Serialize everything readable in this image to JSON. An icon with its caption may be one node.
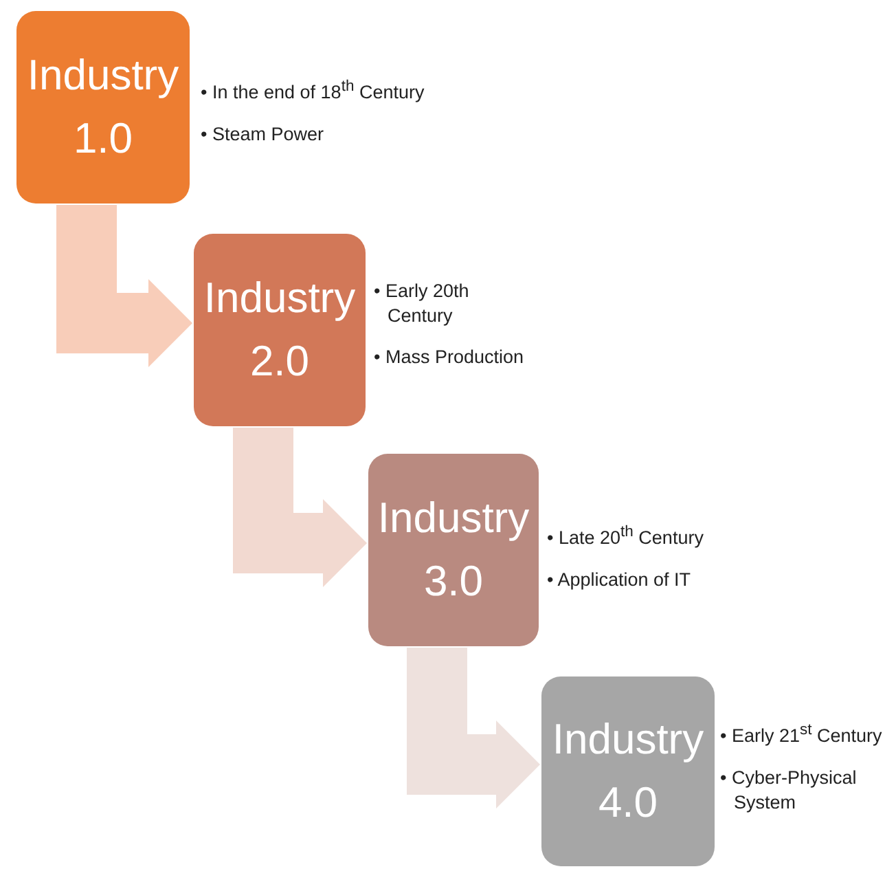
{
  "diagram": {
    "nodes": [
      {
        "text": [
          "Industry 1.0"
        ],
        "beside": [
          "• In the end of 18$^{th}$ Century",
          "• Steam Power"
        ]
      },
      {
        "text": [
          "Industry 2.0"
        ],
        "beside": [
          "• Early 20th Century",
          "• Mass Production"
        ]
      },
      {
        "text": [
          "Industry 3.0"
        ],
        "beside": [
          "• Late 20$^{th}$ Century",
          "• Application of IT"
        ]
      },
      {
        "text": [
          "Industry 4.0"
        ],
        "beside": [
          "• Early 21$^{st}$ Century",
          "• Cyber-Physical System"
        ]
      }
    ],
    "edges": [
      {
        "from": 0,
        "to": 1,
        "arrow": "to",
        "color": "#f8cdb9"
      },
      {
        "from": 1,
        "to": 2,
        "arrow": "to",
        "color": "#f2d9d0"
      },
      {
        "from": 2,
        "to": 3,
        "arrow": "to",
        "color": "#eee1dd"
      }
    ]
  }
}
